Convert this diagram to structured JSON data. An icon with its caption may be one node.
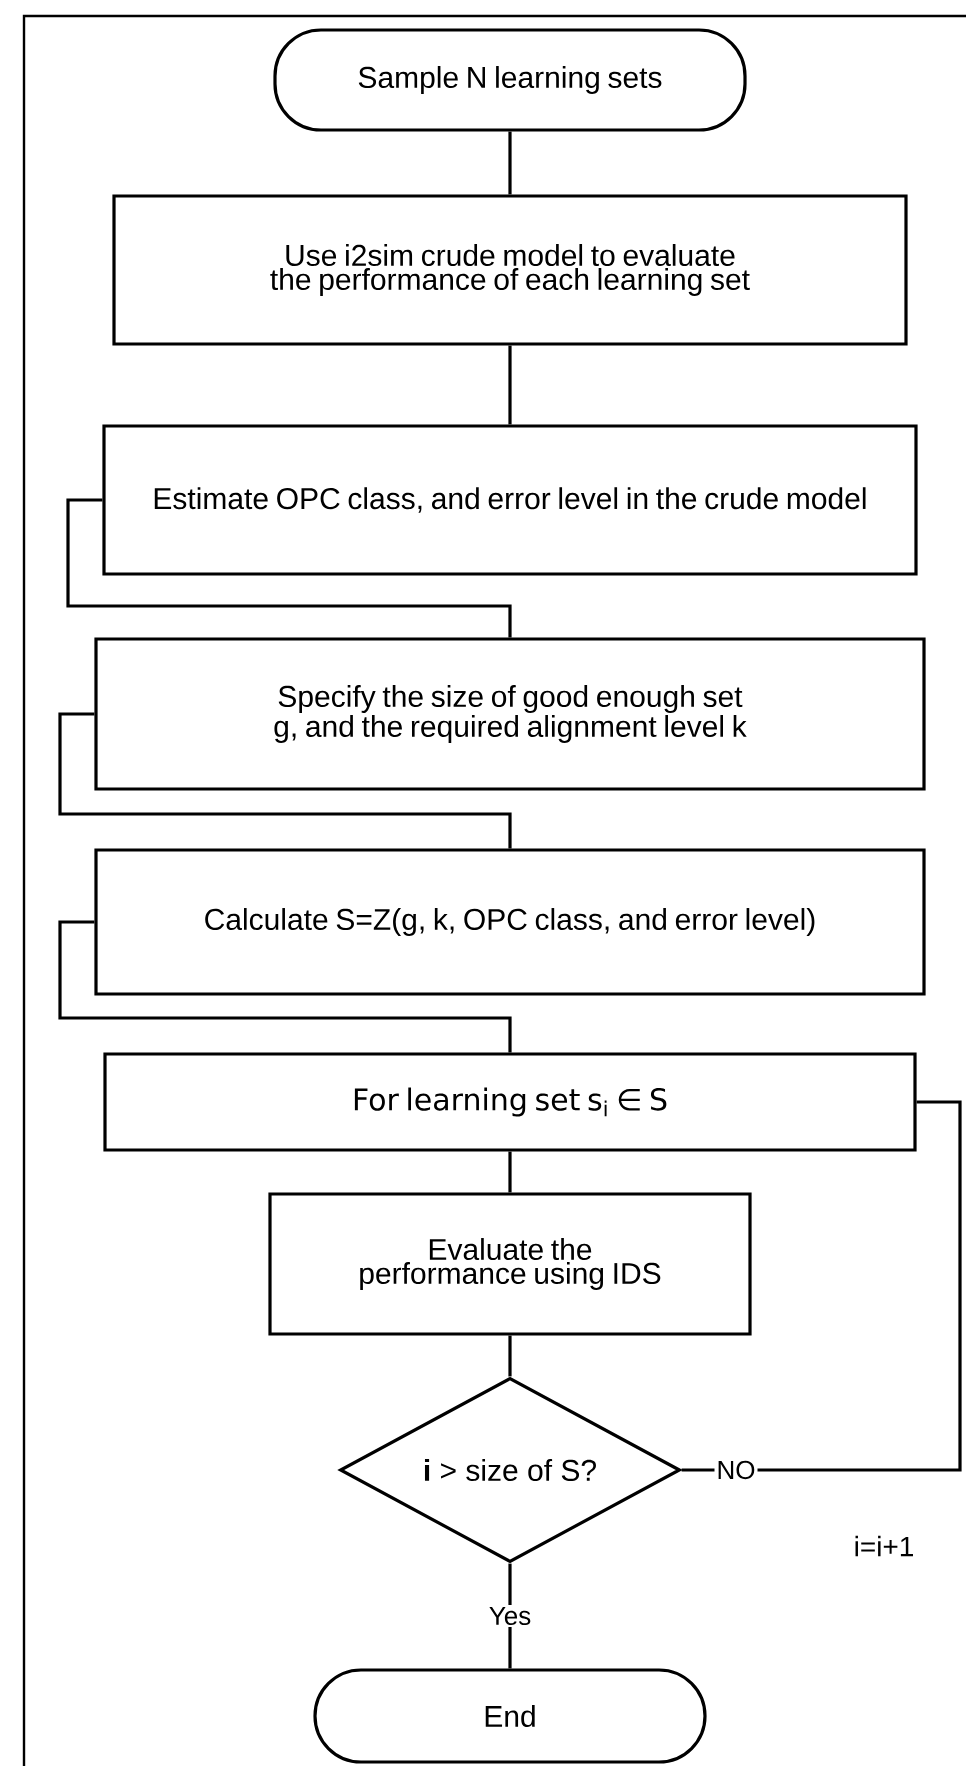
{
  "diagram": {
    "nodes": [
      {
        "text": [
          "Sample N learning sets"
        ]
      },
      {
        "text": [
          "Use i2sim crude model to evaluate the performance of each learning set"
        ]
      },
      {
        "text": [
          "Estimate OPC class, and error level in the crude model"
        ]
      },
      {
        "text": [
          "Specify the size of good enough set g, and the required alignment level k"
        ]
      },
      {
        "text": [
          "Calculate S=Z(g, k, OPC class, and error level)"
        ]
      },
      {
        "text": [
          "For learning set s$_{i}$ ∈ S"
        ]
      },
      {
        "text": [
          "Evaluate the performance using IDS"
        ]
      },
      {
        "text": [
          "**i** > size of S?"
        ]
      },
      {
        "text": [
          "End"
        ]
      }
    ],
    "edges": [
      {
        "from": 0,
        "to": 1,
        "arrow": "none"
      },
      {
        "from": 1,
        "to": 2,
        "arrow": "none"
      },
      {
        "from": 2,
        "to": 3,
        "arrow": "none"
      },
      {
        "from": 3,
        "to": 4,
        "arrow": "none"
      },
      {
        "from": 4,
        "to": 5,
        "arrow": "none"
      },
      {
        "from": 5,
        "to": 6,
        "arrow": "none"
      },
      {
        "from": 6,
        "to": 7,
        "arrow": "none"
      },
      {
        "from": 7,
        "to": 8,
        "arrow": "none",
        "label": "Yes"
      },
      {
        "from": 7,
        "to": 5,
        "arrow": "none",
        "label": "NO"
      }
    ],
    "labels": [
      "i=i+1"
    ]
  }
}
